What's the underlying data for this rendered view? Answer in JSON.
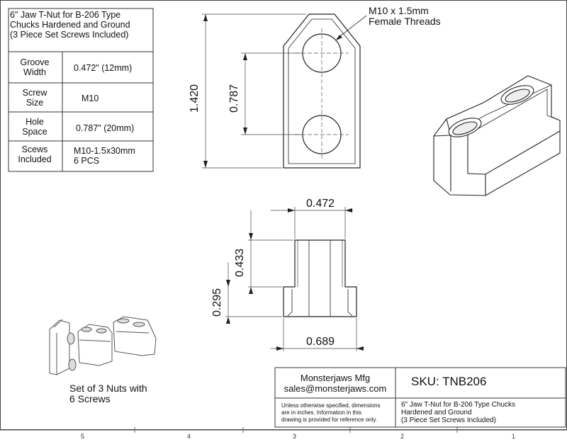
{
  "spec_table": {
    "title_lines": [
      "6\" Jaw T-Nut for B-206 Type",
      "Chucks Hardened and Ground",
      "(3 Piece Set Screws Included)"
    ],
    "rows": [
      {
        "label": [
          "Groove",
          "Width"
        ],
        "value": [
          "0.472\" (12mm)"
        ]
      },
      {
        "label": [
          "Screw",
          "Size"
        ],
        "value": [
          "M10"
        ]
      },
      {
        "label": [
          "Hole",
          "Space"
        ],
        "value": [
          "0.787\" (20mm)"
        ]
      },
      {
        "label": [
          "Scews",
          "Included"
        ],
        "value": [
          "M10-1.5x30mm",
          "6 PCS"
        ]
      }
    ]
  },
  "top_view": {
    "callout_lines": [
      "M10 x 1.5mm",
      "Female Threads"
    ],
    "dim_overall": "1.420",
    "dim_hole_space": "0.787"
  },
  "front_view": {
    "dim_top_width": "0.472",
    "dim_upper_height": "0.433",
    "dim_lower_height": "0.295",
    "dim_base_width": "0.689"
  },
  "set_note_lines": [
    "Set of 3 Nuts with",
    "6 Screws"
  ],
  "title_block": {
    "company": "Monsterjaws Mfg",
    "email": "sales@monsterjaws.com",
    "sku": "SKU:  TNB206",
    "disclaimer_lines": [
      "Unless otherwise specified, dimensions",
      "are in inches.  Information in this",
      "drawing is provided for reference only."
    ],
    "desc_lines": [
      "6\" Jaw T-Nut for B-206 Type Chucks",
      "Hardened and Ground",
      "(3 Piece Set Screws Included)"
    ]
  },
  "zones": [
    "5",
    "4",
    "3",
    "2",
    "1"
  ]
}
